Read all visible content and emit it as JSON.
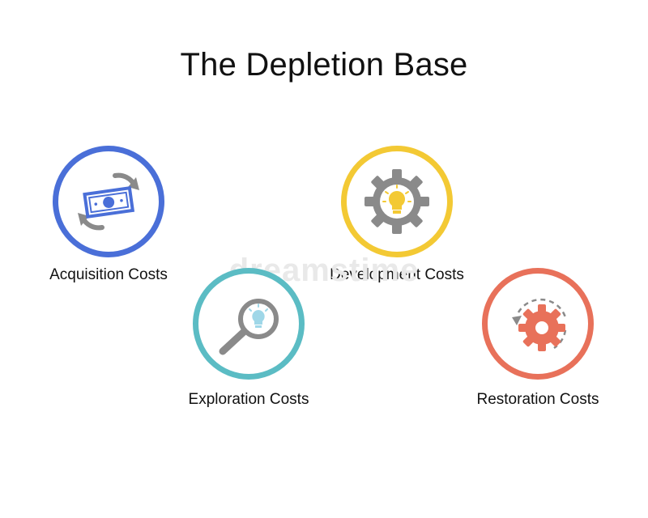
{
  "title": "The Depletion Base",
  "items": [
    {
      "label": "Acquisition Costs",
      "color": "#4a6fd8",
      "icon": "money-exchange-icon"
    },
    {
      "label": "Development Costs",
      "color": "#f3c934",
      "icon": "gear-lightbulb-icon"
    },
    {
      "label": "Exploration Costs",
      "color": "#5bbcc4",
      "icon": "magnifier-lightbulb-icon"
    },
    {
      "label": "Restoration Costs",
      "color": "#e8715a",
      "icon": "gear-restore-icon"
    }
  ],
  "watermark": "dreamstime"
}
